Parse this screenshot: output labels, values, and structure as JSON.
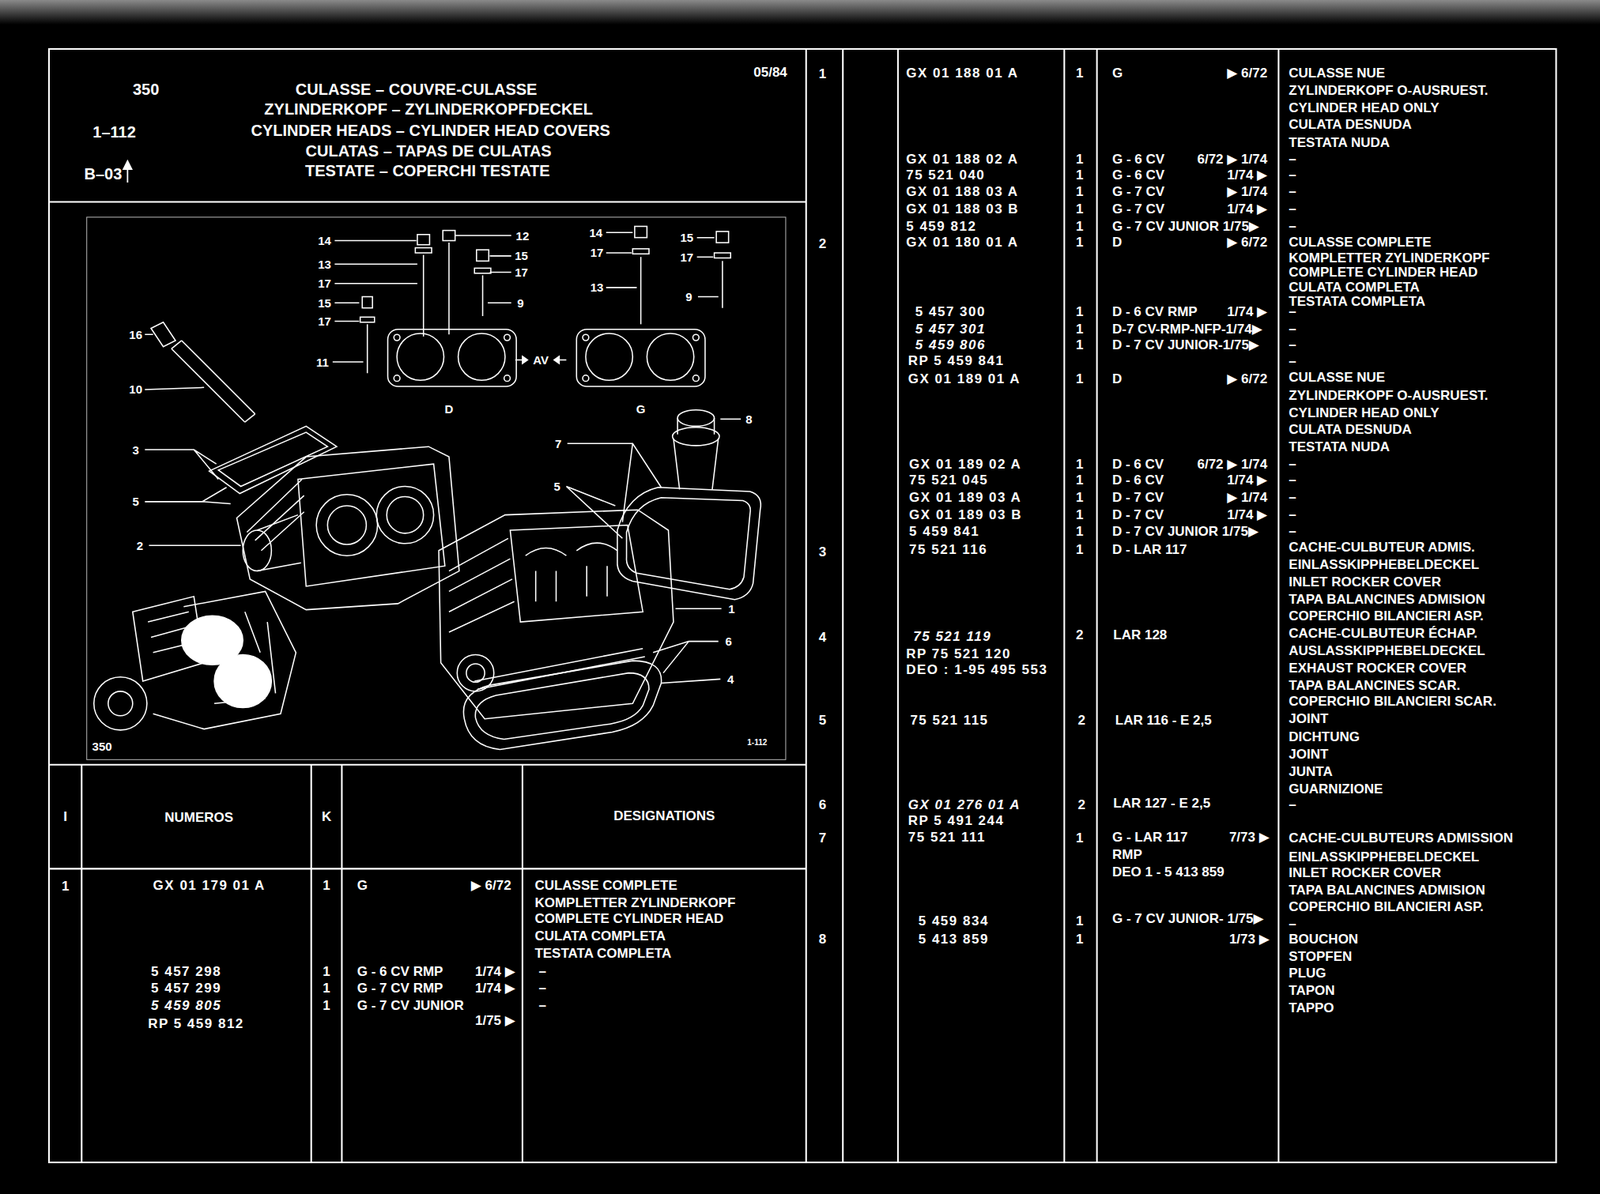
{
  "diagram": {
    "title": "CULASSE – COUVRE-CULASSE",
    "labels": [
      "350",
      "1–112",
      "B–03",
      "ZYLINDERKOPF – ZYLINDERKOPFDECKEL",
      "CYLINDER HEADS – CYLINDER HEAD COVERS",
      "CULATAS – TAPAS DE CULATAS",
      "TESTATE – COPERCHI TESTATE",
      "05/84",
      "14",
      "13",
      "17",
      "15",
      "17",
      "11",
      "12",
      "15",
      "17",
      "9",
      "16",
      "10",
      "3",
      "5",
      "2",
      "14",
      "17",
      "13",
      "15",
      "17",
      "9",
      "AV",
      "D",
      "G",
      "7",
      "5",
      "8",
      "1",
      "6",
      "4",
      "350",
      "1-112",
      "I",
      "NUMEROS",
      "K",
      "DESIGNATIONS",
      "1",
      "GX 01 179 01 A",
      "1",
      "G",
      "▶ 6/72",
      "CULASSE COMPLETE",
      "KOMPLETTER ZYLINDERKOPF",
      "COMPLETE CYLINDER HEAD",
      "CULATA COMPLETA",
      "TESTATA COMPLETA",
      "5 457 298",
      "1",
      "G - 6 CV RMP",
      "1/74 ▶",
      "–",
      "5 457 299",
      "1",
      "G - 7 CV RMP",
      "1/74 ▶",
      "–",
      "5 459 805",
      "1",
      "G - 7 CV JUNIOR",
      "–",
      "1/75 ▶",
      "RP 5 459 812",
      "1",
      "GX 01 188 01 A",
      "1",
      "G",
      "▶ 6/72",
      "CULASSE NUE",
      "ZYLINDERKOPF O-AUSRUEST.",
      "CYLINDER HEAD ONLY",
      "CULATA DESNUDA",
      "TESTATA NUDA",
      "GX 01 188 02 A",
      "1",
      "G - 6 CV",
      "6/72 ▶ 1/74",
      "–",
      "75 521 040",
      "1",
      "G - 6 CV",
      "1/74 ▶",
      "–",
      "GX 01 188 03 A",
      "1",
      "G - 7 CV",
      "▶ 1/74",
      "–",
      "GX 01 188 03 B",
      "1",
      "G - 7 CV",
      "1/74 ▶",
      "–",
      "5 459 812",
      "1",
      "G - 7 CV JUNIOR 1/75▶",
      "–",
      "2",
      "GX 01 180 01 A",
      "1",
      "D",
      "▶ 6/72",
      "CULASSE COMPLETE",
      "KOMPLETTER ZYLINDERKOPF",
      "COMPLETE CYLINDER HEAD",
      "CULATA COMPLETA",
      "TESTATA COMPLETA",
      "5 457 300",
      "1",
      "D - 6 CV RMP",
      "1/74 ▶",
      "–",
      "5 457 301",
      "1",
      "D-7 CV-RMP-NFP-1/74▶",
      "–",
      "5 459 806",
      "1",
      "D - 7 CV JUNIOR-1/75▶",
      "–",
      "RP 5 459 841",
      "–",
      "GX 01 189 01 A",
      "1",
      "D",
      "▶ 6/72",
      "CULASSE NUE",
      "ZYLINDERKOPF O-AUSRUEST.",
      "CYLINDER HEAD ONLY",
      "CULATA DESNUDA",
      "TESTATA NUDA",
      "GX 01 189 02 A",
      "1",
      "D - 6 CV",
      "6/72 ▶ 1/74",
      "–",
      "75 521 045",
      "1",
      "D - 6 CV",
      "1/74 ▶",
      "–",
      "GX 01 189 03 A",
      "1",
      "D - 7 CV",
      "▶ 1/74",
      "–",
      "GX 01 189 03 B",
      "1",
      "D - 7 CV",
      "1/74 ▶",
      "–",
      "5 459 841",
      "1",
      "D - 7 CV JUNIOR 1/75▶",
      "–",
      "3",
      "75 521 116",
      "1",
      "D - LAR 117",
      "CACHE-CULBUTEUR ADMIS.",
      "EINLASSKIPPHEBELDECKEL",
      "INLET ROCKER COVER",
      "TAPA BALANCINES ADMISION",
      "COPERCHIO BILANCIERI ASP.",
      "4",
      "75 521 119",
      "2",
      "LAR 128",
      "CACHE-CULBUTEUR ÉCHAP.",
      "RP 75 521 120",
      "AUSLASSKIPPHEBELDECKEL",
      "DEO : 1-95 495 553",
      "EXHAUST ROCKER COVER",
      "TAPA BALANCINES SCAR.",
      "COPERCHIO BILANCIERI SCAR.",
      "5",
      "75 521 115",
      "2",
      "LAR 116 - E 2,5",
      "JOINT",
      "DICHTUNG",
      "JOINT",
      "JUNTA",
      "GUARNIZIONE",
      "6",
      "GX 01 276 01 A",
      "2",
      "LAR 127 - E 2,5",
      "–",
      "RP 5 491 244",
      "7",
      "75 521 111",
      "1",
      "G - LAR 117",
      "7/73 ▶",
      "CACHE-CULBUTEURS ADMISSION",
      "RMP",
      "EINLASSKIPPHEBELDECKEL",
      "DEO 1 - 5 413 859",
      "INLET ROCKER COVER",
      "TAPA BALANCINES ADMISION",
      "COPERCHIO BILANCIERI ASP.",
      "5 459 834",
      "1",
      "G - 7 CV JUNIOR- 1/75▶",
      "–",
      "8",
      "5 413 859",
      "1",
      "1/73 ▶",
      "BOUCHON",
      "STOPFEN",
      "PLUG",
      "TAPON",
      "TAPPO"
    ]
  }
}
